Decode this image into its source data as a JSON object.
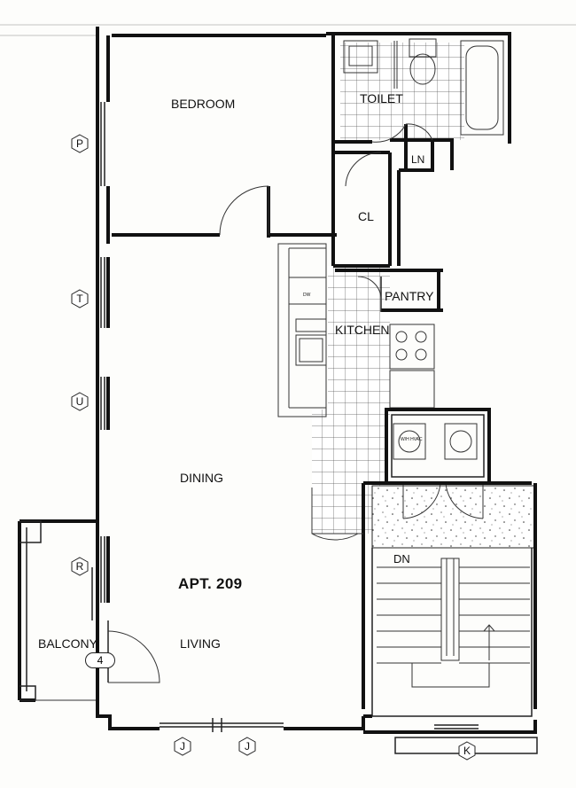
{
  "rooms": {
    "bedroom": "BEDROOM",
    "toilet": "TOILET",
    "ln": "LN",
    "cl": "CL",
    "pantry": "PANTRY",
    "kitchen": "KITCHEN",
    "dining": "DINING",
    "living": "LIVING",
    "balcony": "BALCONY",
    "dn": "DN",
    "apartment": "APT. 209"
  },
  "fixtures": {
    "dw": "DW",
    "whv": "W/H HVAC"
  },
  "balcony_number": "4",
  "window_tags": {
    "p": "P",
    "t": "T",
    "u": "U",
    "r": "R",
    "j1": "J",
    "j2": "J",
    "k": "K"
  }
}
